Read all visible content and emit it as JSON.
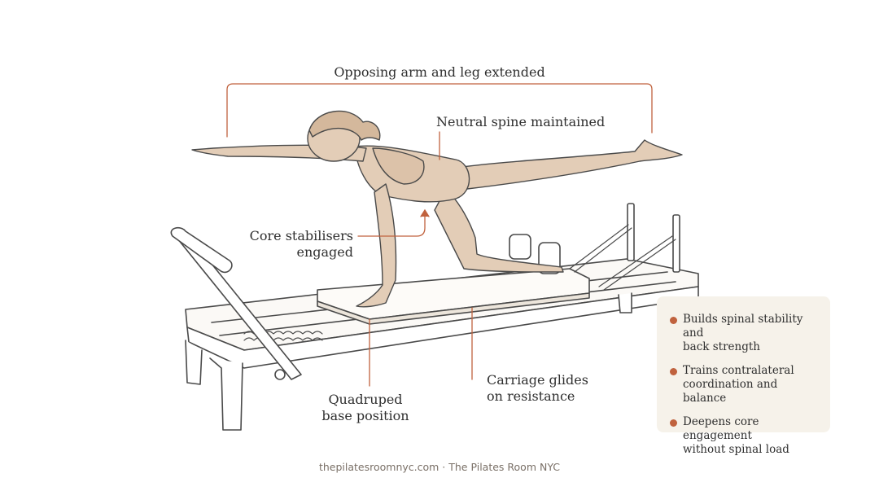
{
  "labels": {
    "opposing": "Opposing arm and leg extended",
    "spine": "Neutral spine maintained",
    "core_line1": "Core stabilisers",
    "core_line2": "engaged",
    "base_line1": "Quadruped",
    "base_line2": "base position",
    "carriage_line1": "Carriage glides",
    "carriage_line2": "on resistance"
  },
  "benefits": [
    {
      "line1": "Builds spinal stability and",
      "line2": "back strength"
    },
    {
      "line1": "Trains contralateral",
      "line2": "coordination and balance"
    },
    {
      "line1": "Deepens core engagement",
      "line2": "without spinal load"
    }
  ],
  "footer": "thepilatesroomnyc.com · The Pilates Room NYC",
  "colors": {
    "accent": "#c0623e",
    "skin": "#e3cdb7",
    "outline": "#4a4a4a",
    "panel": "#f6f2ea"
  }
}
